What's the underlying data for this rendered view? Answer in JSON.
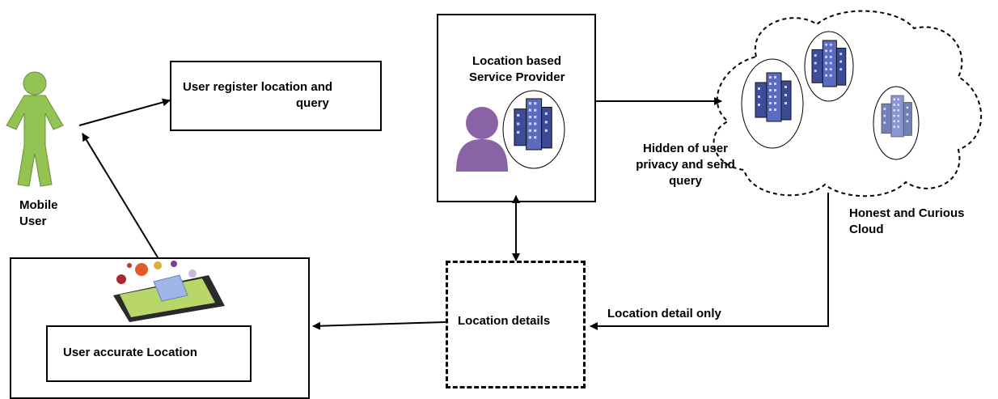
{
  "mobile_user": {
    "line1": "Mobile",
    "line2": "User"
  },
  "register_box": {
    "line1": "User register location and",
    "line2": "query"
  },
  "lbs": {
    "line1": "Location based",
    "line2": "Service Provider"
  },
  "privacy_label": {
    "line1": "Hidden of user",
    "line2": "privacy and send",
    "line3": "query"
  },
  "cloud": {
    "line1": "Honest and Curious",
    "line2": "Cloud"
  },
  "location_details": "Location details",
  "detail_only": "Location detail only",
  "accurate": "User accurate Location",
  "colors": {
    "user_green": "#92c353",
    "person_purple": "#8a63a6",
    "building_blue": "#4a5aa8"
  },
  "icons": [
    "mobile-user-icon",
    "person-icon",
    "building-icon",
    "cloud-icon",
    "phone-map-icon"
  ]
}
